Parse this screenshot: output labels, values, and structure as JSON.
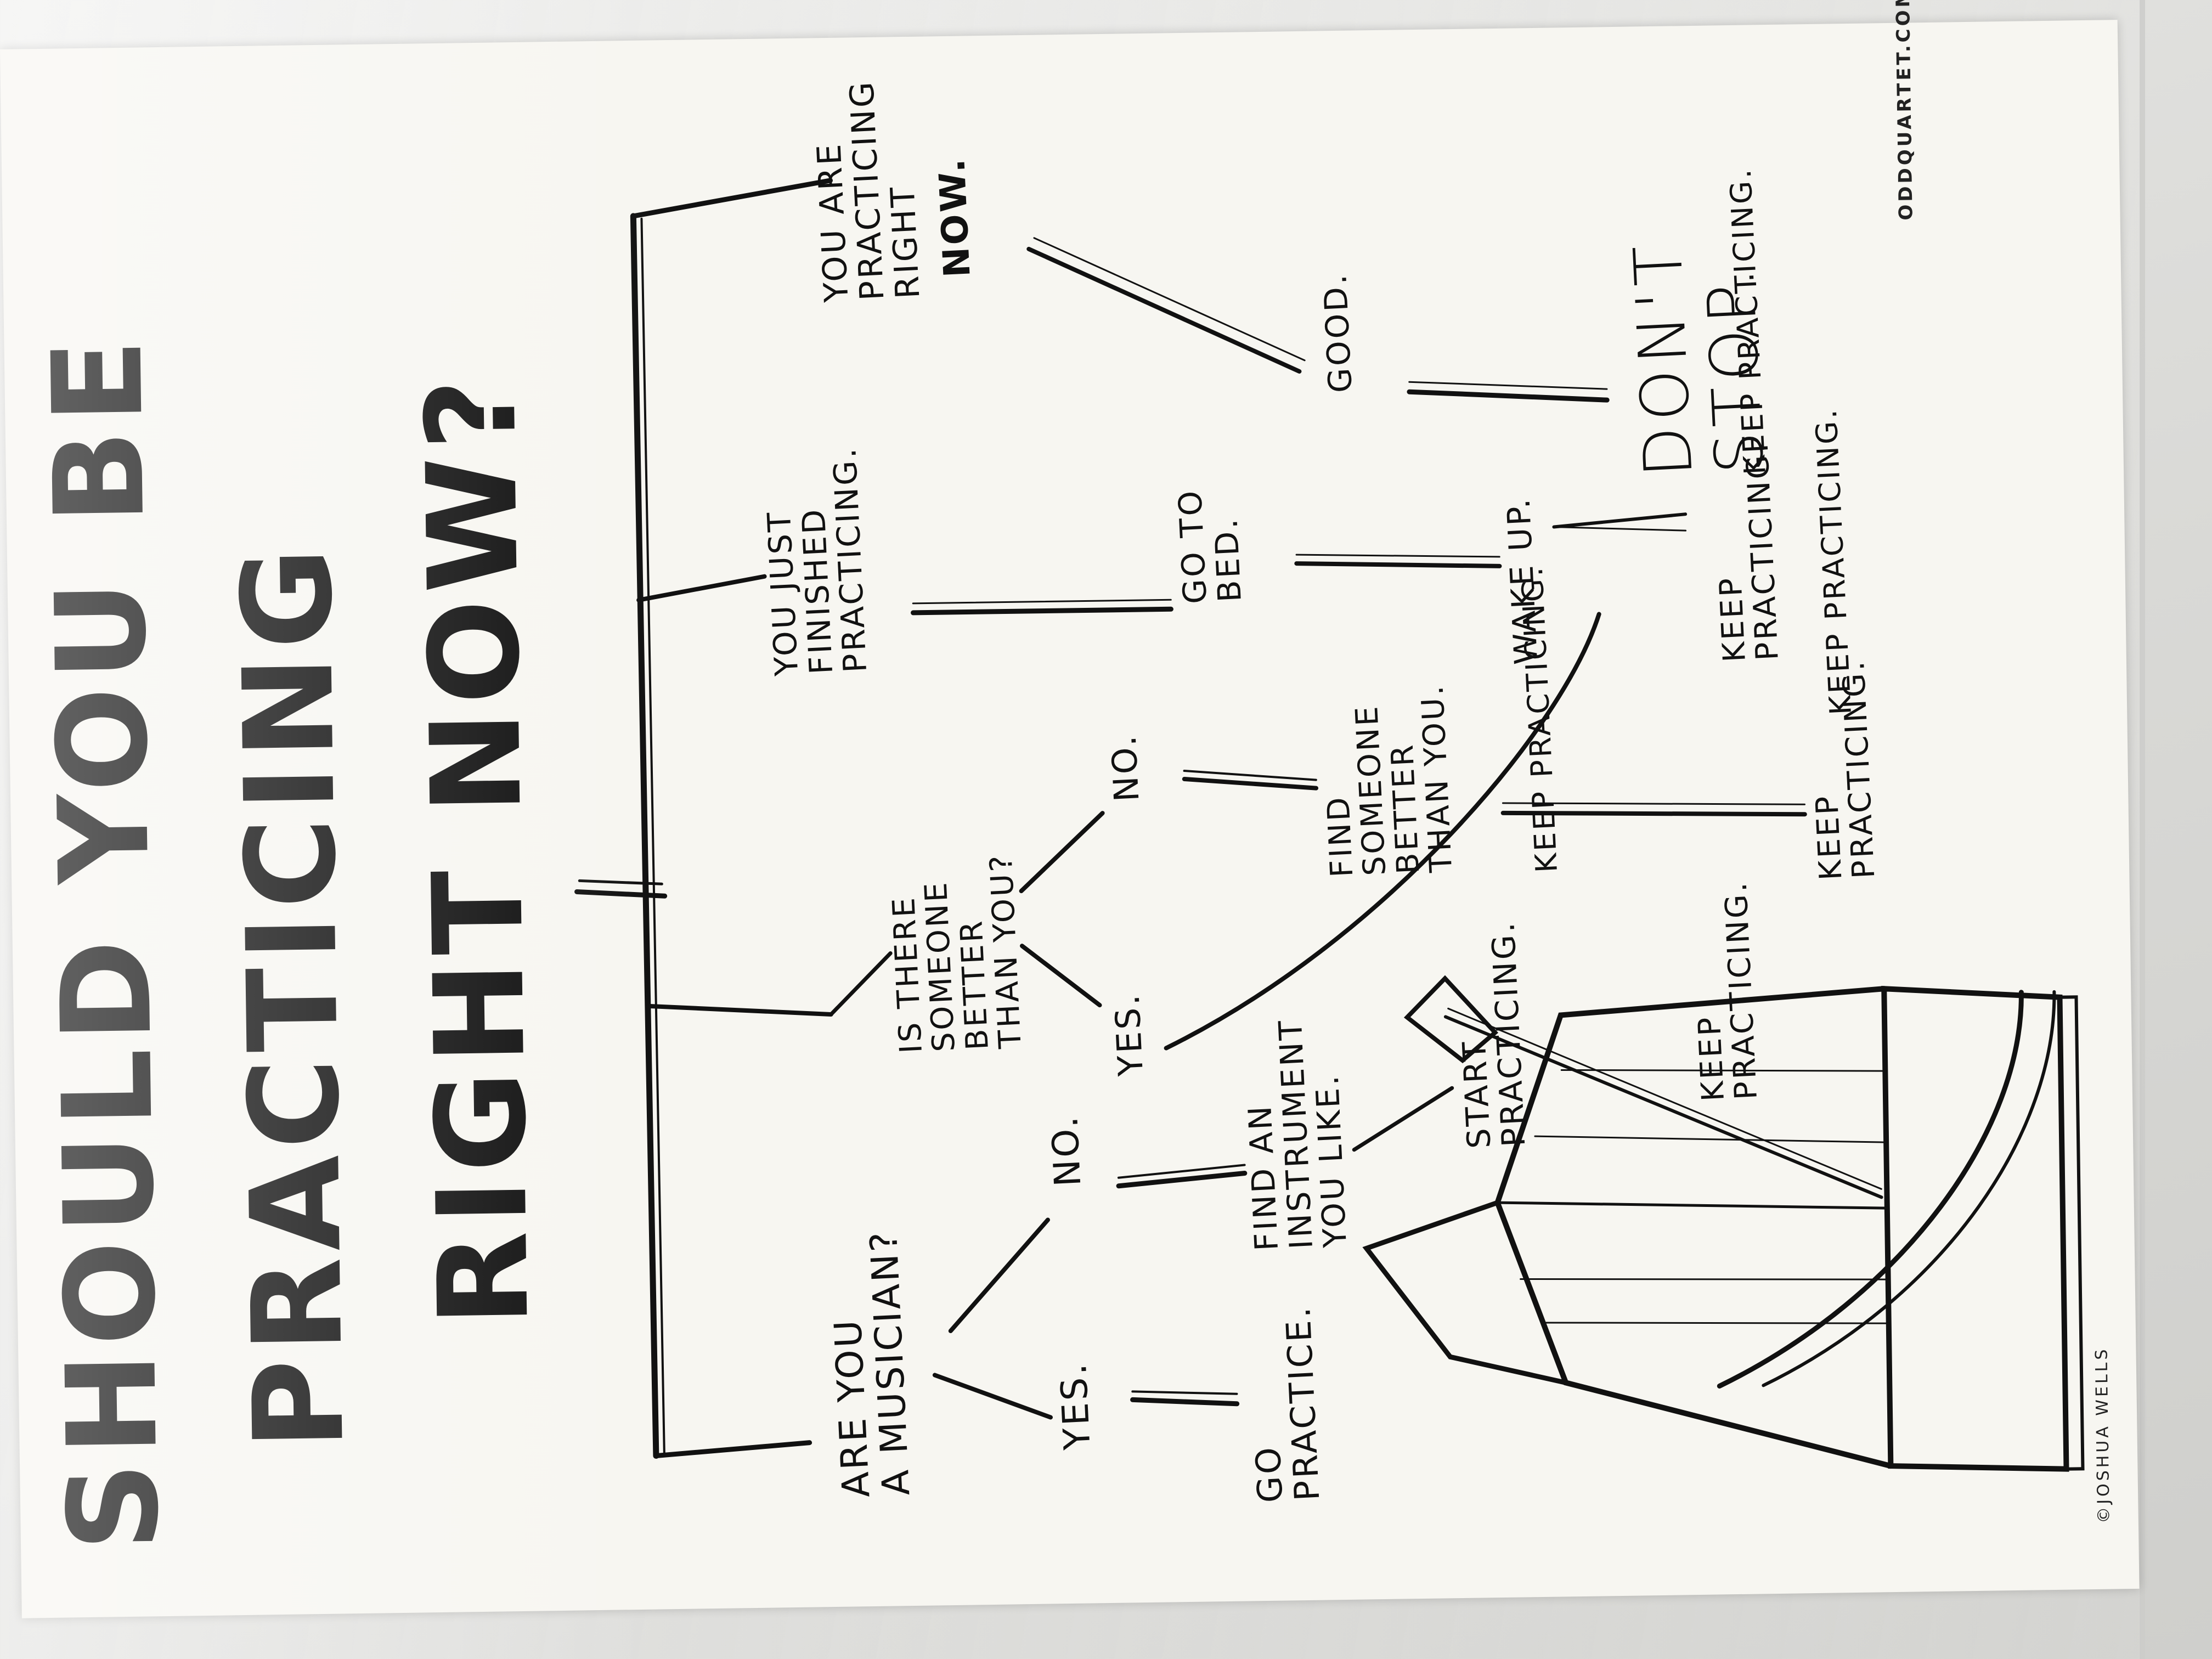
{
  "title": {
    "line1": "SHOULD YOU BE",
    "line2": "PRACTICING",
    "line3": "RIGHT NOW?"
  },
  "nodes": {
    "are_you_musician": "ARE YOU\nA MUSICIAN?",
    "yes_1": "YES.",
    "no_1": "NO.",
    "go_practice": "GO\nPRACTICE.",
    "find_instrument": "FIND AN\nINSTRUMENT\nYOU LIKE.",
    "start_practicing": "START\nPRACTICING.",
    "keep_practicing_1": "KEEP\nPRACTICING.",
    "is_someone_better": "IS THERE\nSOMEONE\nBETTER\nTHAN YOU?",
    "yes_2": "YES.",
    "no_2": "NO.",
    "keep_practicing_2": "KEEP PRACTICING.",
    "find_someone_better": "FIND\nSOMEONE\nBETTER\nTHAN YOU.",
    "keep_practicing_3": "KEEP\nPRACTICING.",
    "keep_practicing_4": "KEEP PRACTICING.",
    "you_just_finished": "YOU JUST\nFINISHED\nPRACTICING.",
    "go_to_bed": "GO TO\nBED.",
    "wake_up": "WAKE UP.",
    "keep_practicing_5": "KEEP\nPRACTICING.",
    "keep_practicing_6": "KEEP PRACTICING.",
    "you_are_practicing": "YOU ARE\nPRACTICING\nRIGHT",
    "now_bold": "NOW.",
    "good": "GOOD.",
    "dont_stop": "DON'T\nSTOP."
  },
  "credits": {
    "artist": "©JOSHUA WELLS",
    "website": "ODDQUARTET.COM"
  },
  "colors": {
    "ink": "#111111",
    "paper": "#f7f6f1",
    "background": "#d9d9d6"
  },
  "icons": {
    "illustration": "metronome-icon"
  }
}
